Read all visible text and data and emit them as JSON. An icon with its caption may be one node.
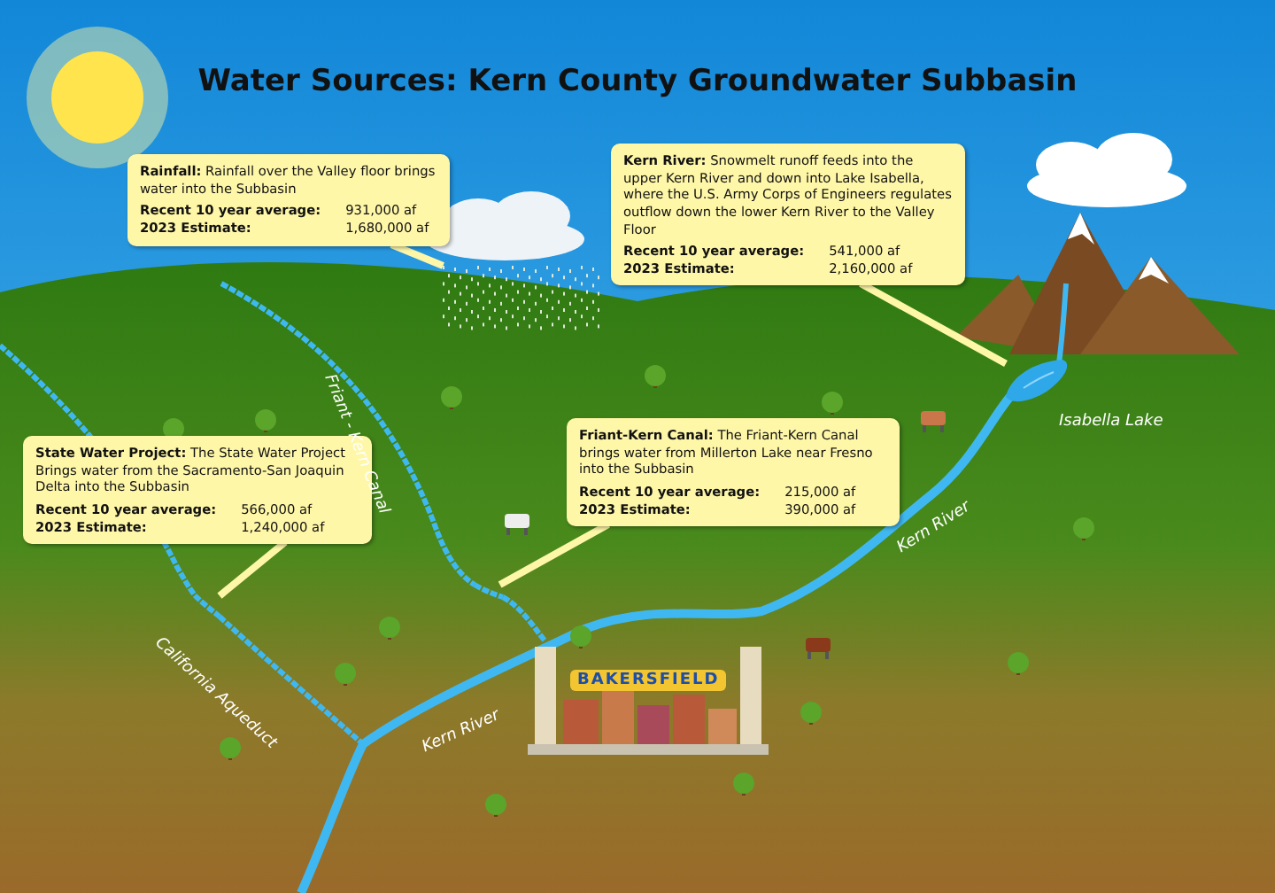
{
  "diagram": {
    "title": "Water Sources: Kern County Groundwater Subbasin",
    "nodes": [
      {
        "text": [
          "**Rainfall:** Rainfall over the Valley floor brings water into the Subbasin",
          "Recent 10 year average:",
          "931,000 af",
          "2023 Estimate:",
          "1,680,000 af"
        ]
      },
      {
        "text": [
          "**Kern River:** Snowmelt runoff feeds into the upper Kern River and down into Lake Isabella, where the U.S. Army Corps of Engineers regulates outflow down the lower Kern River to the Valley Floor",
          "Recent 10 year average:",
          "541,000 af",
          "2023 Estimate:",
          "2,160,000 af"
        ]
      },
      {
        "text": [
          "**State Water Project:** The State Water Project Brings water from the Sacramento-San Joaquin Delta into the Subbasin",
          "Recent 10 year average:",
          "566,000 af",
          "2023 Estimate:",
          "1,240,000 af"
        ]
      },
      {
        "text": [
          "**Friant-Kern Canal:** The Friant-Kern Canal brings water from Millerton Lake near Fresno into the Subbasin",
          "Recent 10 year average:",
          "215,000 af",
          "2023 Estimate:",
          "390,000 af"
        ]
      },
      {
        "text": [],
        "shape": "picture"
      },
      {
        "text": [],
        "shape": "picture"
      },
      {
        "text": [],
        "shape": "picture"
      },
      {
        "text": [],
        "shape": "picture"
      }
    ],
    "edges": [
      {
        "from": 0,
        "to": 4,
        "arrow": "none"
      },
      {
        "from": 1,
        "to": 5,
        "arrow": "none"
      },
      {
        "from": 2,
        "to": 6,
        "arrow": "none"
      },
      {
        "from": 3,
        "to": 7,
        "arrow": "none"
      }
    ],
    "labels": [
      "Friant - Kern Canal",
      "Isabella Lake",
      "Kern River",
      "California Aqueduct",
      "BAKERSFIELD",
      "Kern River"
    ]
  }
}
